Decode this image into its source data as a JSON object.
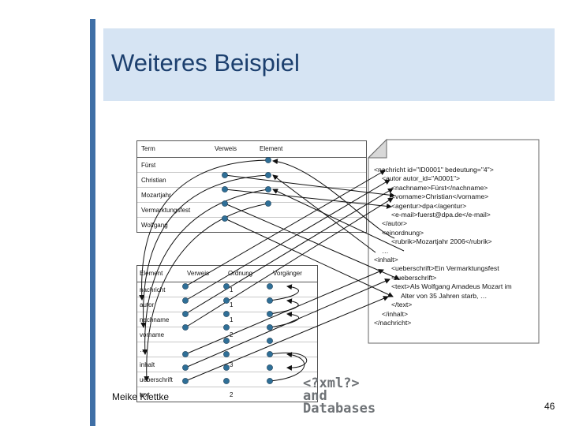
{
  "slide": {
    "title": "Weiteres Beispiel",
    "author": "Meike Klettke",
    "page_number": "46"
  },
  "term_table": {
    "headers": [
      "Term",
      "Verweis",
      "Element"
    ],
    "rows": [
      "Fürst",
      "Christian",
      "Mozartjahr",
      "Vermarktungsfest",
      "Wolfgang"
    ]
  },
  "element_table": {
    "headers": [
      "Element",
      "Verweis",
      "Ordnung",
      "Vorgänger"
    ],
    "rows": [
      {
        "name": "nachricht",
        "ordnung": "1"
      },
      {
        "name": "autor",
        "ordnung": "1"
      },
      {
        "name": "nachname",
        "ordnung": "1"
      },
      {
        "name": "vorname",
        "ordnung": "2"
      },
      {
        "name": "…",
        "ordnung": ""
      },
      {
        "name": "inhalt",
        "ordnung": "3"
      },
      {
        "name": "ueberschrift",
        "ordnung": ""
      },
      {
        "name": "text",
        "ordnung": "2"
      }
    ]
  },
  "xml_document": {
    "lines": [
      "<nachricht id=\"ID0001\" bedeutung=\"4\">",
      "<autor autor_id=\"A0001\">",
      "<nachname>Fürst</nachname>",
      "<vorname>Christian</vorname>",
      "<agentur>dpa</agentur>",
      "<e-mail>fuerst@dpa.de</e-mail>",
      "</autor>",
      "<einordnung>",
      "<rubrik>Mozartjahr 2006</rubrik>",
      "…",
      "<inhalt>",
      "<ueberschrift>Ein Vermarktungsfest",
      "</ueberschrift>",
      "<text>Als Wolfgang Amadeus Mozart im",
      "Alter von 35 Jahren starb, …",
      "</text>",
      "</inhalt>",
      "</nachricht>"
    ]
  },
  "logo": {
    "line1": "<?xml?>",
    "line2": "and",
    "line3": "Databases"
  },
  "colors": {
    "sidebar": "#3f6fa6",
    "title_bar": "#d6e4f3",
    "title_text": "#1c3f6e",
    "dot": "#2f6f97"
  }
}
